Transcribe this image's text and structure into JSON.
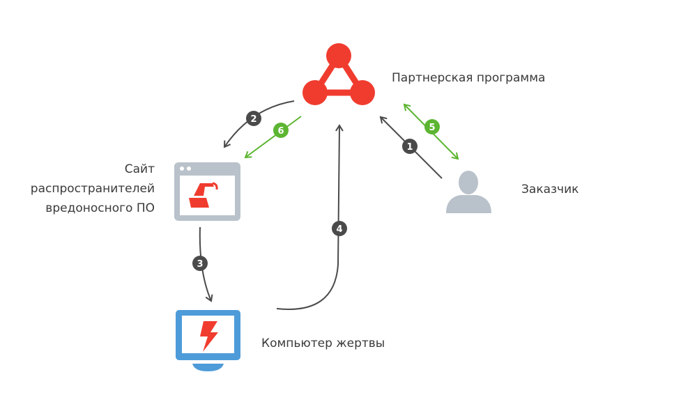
{
  "nodes": {
    "affiliate_program": "Партнерская программа",
    "malware_site": [
      "Сайт",
      "распространителей",
      "вредоносного ПО"
    ],
    "victim_computer": "Компьютер жертвы",
    "customer": "Заказчик"
  },
  "steps": {
    "s1": "1",
    "s2": "2",
    "s3": "3",
    "s4": "4",
    "s5": "5",
    "s6": "6"
  },
  "colors": {
    "red": "#f03c2e",
    "gray_arrow": "#4a4a4a",
    "green": "#5cb531",
    "icon_gray": "#b9c2ca",
    "blue": "#4e9bd9"
  }
}
